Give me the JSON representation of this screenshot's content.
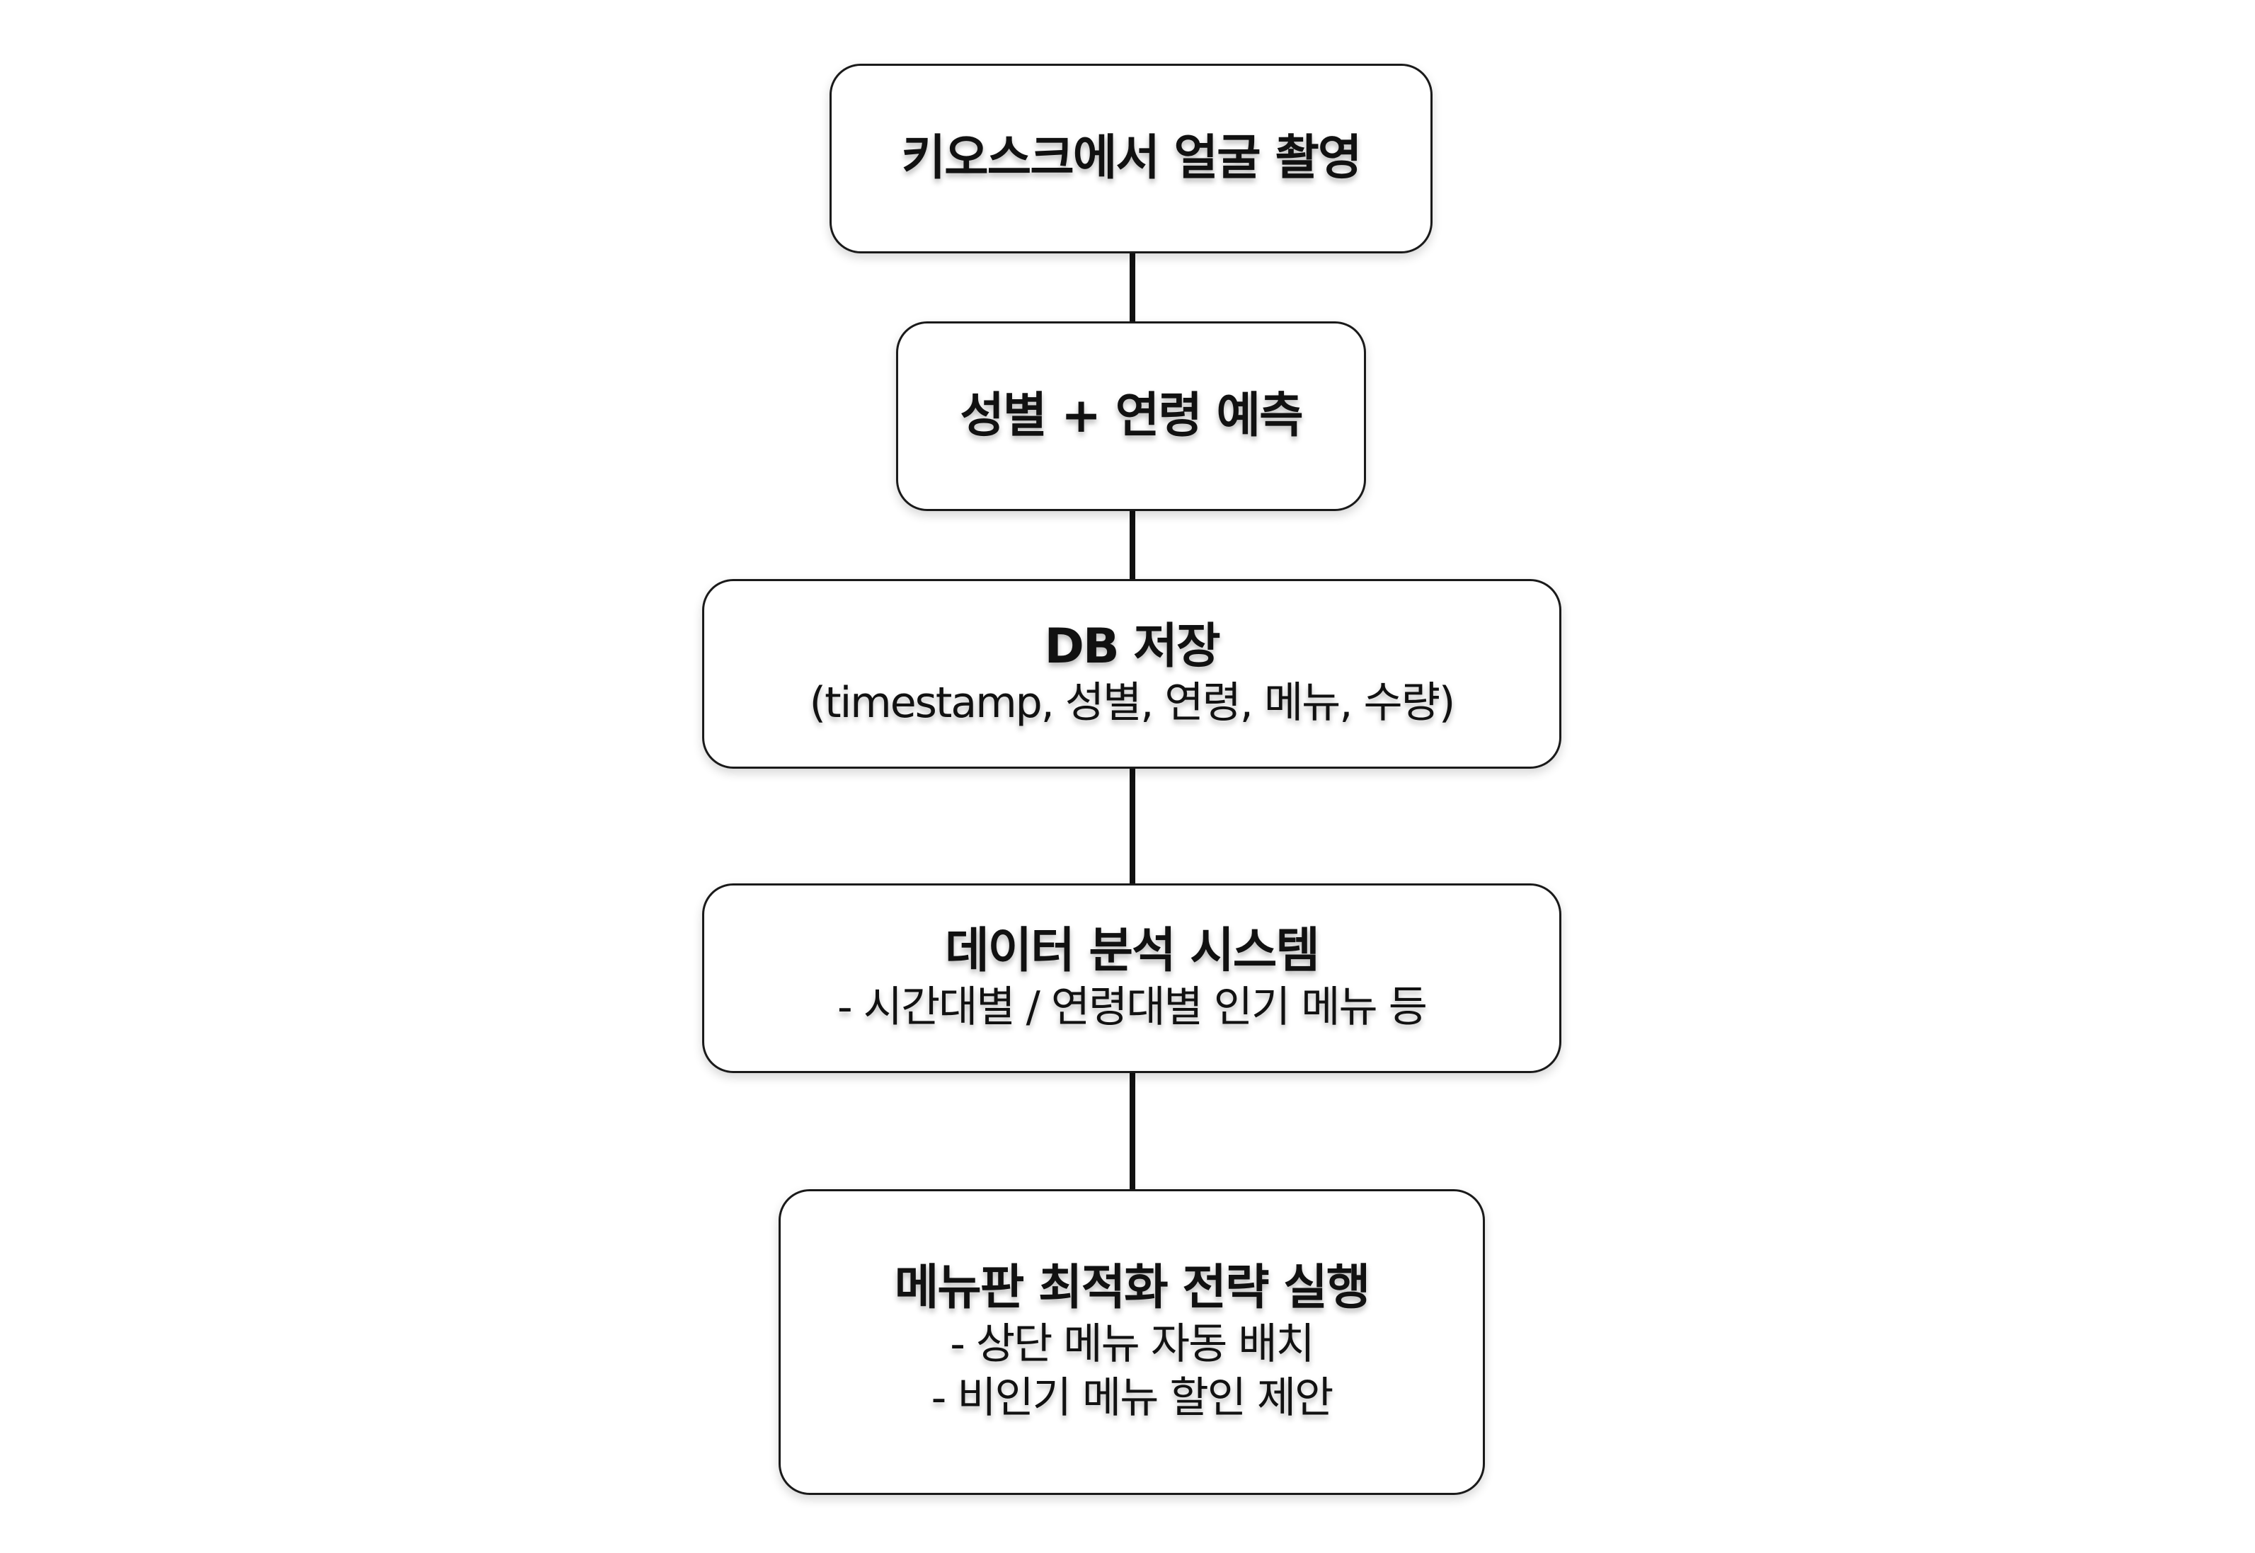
{
  "flow": {
    "step1": {
      "title": "키오스크에서 얼굴 촬영"
    },
    "step2": {
      "title": "성별 + 연령 예측"
    },
    "step3": {
      "title": "DB 저장",
      "detail": "(timestamp, 성별, 연령, 메뉴, 수량)"
    },
    "step4": {
      "title": "데이터 분석 시스템",
      "detail": "- 시간대별 / 연령대별 인기 메뉴 등"
    },
    "step5": {
      "title": "메뉴판 최적화 전략 실행",
      "detail_1": "- 상단 메뉴 자동 배치",
      "detail_2": "- 비인기 메뉴 할인 제안"
    }
  },
  "colors": {
    "border": "#1a1a1a",
    "connector": "#111111",
    "box_fill": "#ffffff",
    "text": "#111111"
  }
}
